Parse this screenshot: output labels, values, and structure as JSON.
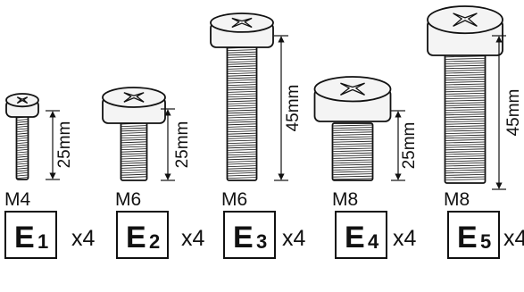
{
  "screws": [
    {
      "size": "M4",
      "length": "25mm",
      "code_letter": "E",
      "code_number": "1",
      "quantity": "x4"
    },
    {
      "size": "M6",
      "length": "25mm",
      "code_letter": "E",
      "code_number": "2",
      "quantity": "x4"
    },
    {
      "size": "M6",
      "length": "45mm",
      "code_letter": "E",
      "code_number": "3",
      "quantity": "x4"
    },
    {
      "size": "M8",
      "length": "25mm",
      "code_letter": "E",
      "code_number": "4",
      "quantity": "x4"
    },
    {
      "size": "M8",
      "length": "45mm",
      "code_letter": "E",
      "code_number": "5",
      "quantity": "x4"
    }
  ],
  "colors": {
    "line": "#111111",
    "head_fill": "#f4f4f4",
    "shaft_fill": "#ffffff",
    "background": "#ffffff"
  },
  "head_recess_icon": "cross-recess-icon"
}
